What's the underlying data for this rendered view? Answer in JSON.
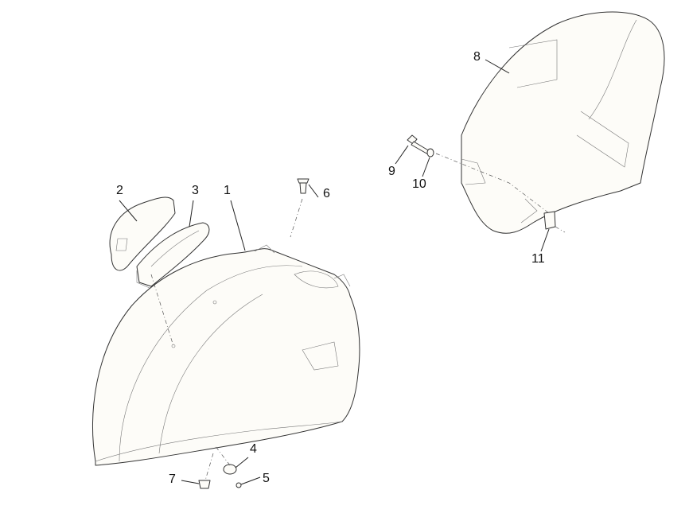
{
  "callouts": {
    "c1": "1",
    "c2": "2",
    "c3": "3",
    "c4": "4",
    "c5": "5",
    "c6": "6",
    "c7": "7",
    "c8": "8",
    "c9": "9",
    "c10": "10",
    "c11": "11"
  },
  "colors": {
    "line": "#333333",
    "fill": "#fdfcf8"
  }
}
